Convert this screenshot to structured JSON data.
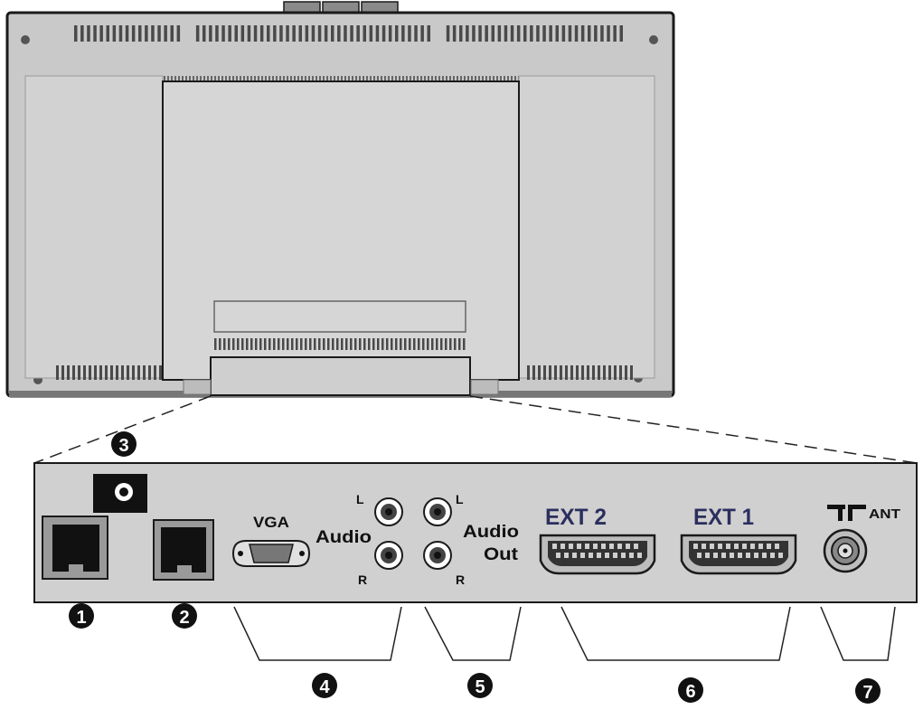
{
  "diagram": {
    "callouts": [
      "1",
      "2",
      "3",
      "4",
      "5",
      "6",
      "7"
    ],
    "labels": {
      "vga": "VGA",
      "audio_in": "Audio",
      "audio_out_1": "Audio",
      "audio_out_2": "Out",
      "left": "L",
      "right": "R",
      "ext2": "EXT 2",
      "ext1": "EXT 1",
      "ant": "ANT"
    }
  },
  "colors": {
    "tv_body": "#c9c9c9",
    "tv_panel": "#d4d4d4",
    "outline": "#1a1a1a",
    "connector_panel": "#cfcfcf",
    "ext_text": "#2b2f5e",
    "callout_fill": "#111111"
  }
}
